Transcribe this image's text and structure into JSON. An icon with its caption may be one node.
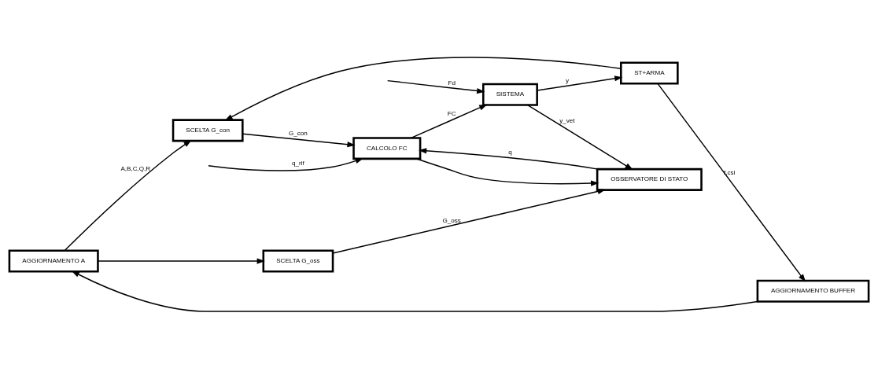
{
  "diagram": {
    "nodes": [
      {
        "text": [
          "AGGIORNAMENTO A"
        ]
      },
      {
        "text": [
          "SCELTA G_con"
        ]
      },
      {
        "text": [
          "CALCOLO FC"
        ]
      },
      {
        "text": [
          "SISTEMA"
        ]
      },
      {
        "text": [
          "SCELTA G_oss"
        ]
      },
      {
        "text": [
          "OSSERVATORE DI STATO"
        ]
      },
      {
        "text": [
          "AGGIORNAMENTO BUFFER"
        ]
      },
      {
        "text": [
          "ST+ARMA"
        ]
      }
    ],
    "edges": [
      {
        "from": 0,
        "to": 1,
        "arrow": "to",
        "label": "A,B,C,Q,R"
      },
      {
        "from": 0,
        "to": 4,
        "arrow": "to"
      },
      {
        "from": 1,
        "to": 2,
        "arrow": "to",
        "label": "G_con"
      },
      {
        "from": null,
        "to": 2,
        "arrow": "to",
        "label": "q_rif"
      },
      {
        "from": 2,
        "to": 3,
        "arrow": "to",
        "label": "FC"
      },
      {
        "from": 2,
        "to": 5,
        "arrow": "to"
      },
      {
        "from": null,
        "to": 3,
        "arrow": "to",
        "label": "Fd"
      },
      {
        "from": 4,
        "to": 5,
        "arrow": "to",
        "label": "G_oss"
      },
      {
        "from": 5,
        "to": 2,
        "arrow": "to",
        "label": "q"
      },
      {
        "from": 3,
        "to": 5,
        "arrow": "to",
        "label": "y_vet"
      },
      {
        "from": 3,
        "to": 7,
        "arrow": "to",
        "label": "y"
      },
      {
        "from": 7,
        "to": 6,
        "arrow": "to",
        "label": "f,csi"
      },
      {
        "from": 7,
        "to": 1,
        "arrow": "to"
      },
      {
        "from": 6,
        "to": 0,
        "arrow": "to"
      }
    ]
  }
}
